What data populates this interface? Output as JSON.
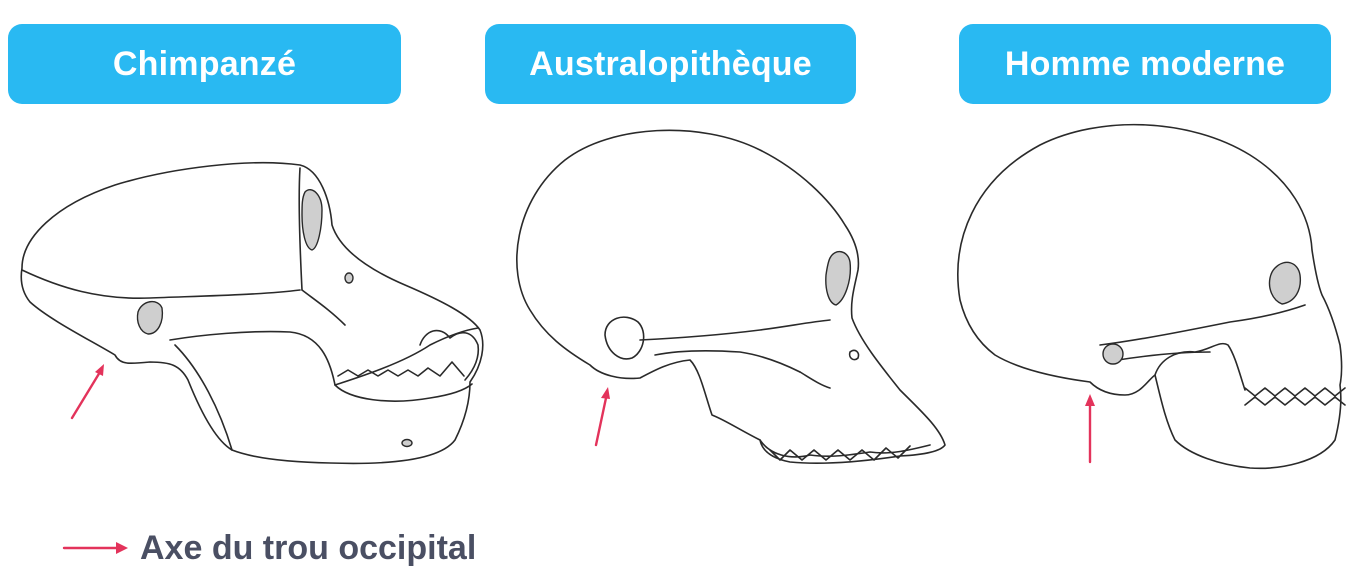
{
  "colors": {
    "badge_bg": "#29b9f2",
    "badge_text": "#ffffff",
    "arrow": "#e3335b",
    "skull_stroke": "#2a2a2a",
    "skull_fill": "#ffffff",
    "orbit_fill": "#cfcfcf",
    "legend_text": "#4a4f63"
  },
  "species": [
    {
      "name": "Chimpanzé",
      "icon": "chimpanzee-skull-icon"
    },
    {
      "name": "Australopithèque",
      "icon": "australopithecus-skull-icon"
    },
    {
      "name": "Homme moderne",
      "icon": "modern-human-skull-icon"
    }
  ],
  "legend": {
    "icon": "red-arrow-icon",
    "label": "Axe du trou occipital"
  }
}
